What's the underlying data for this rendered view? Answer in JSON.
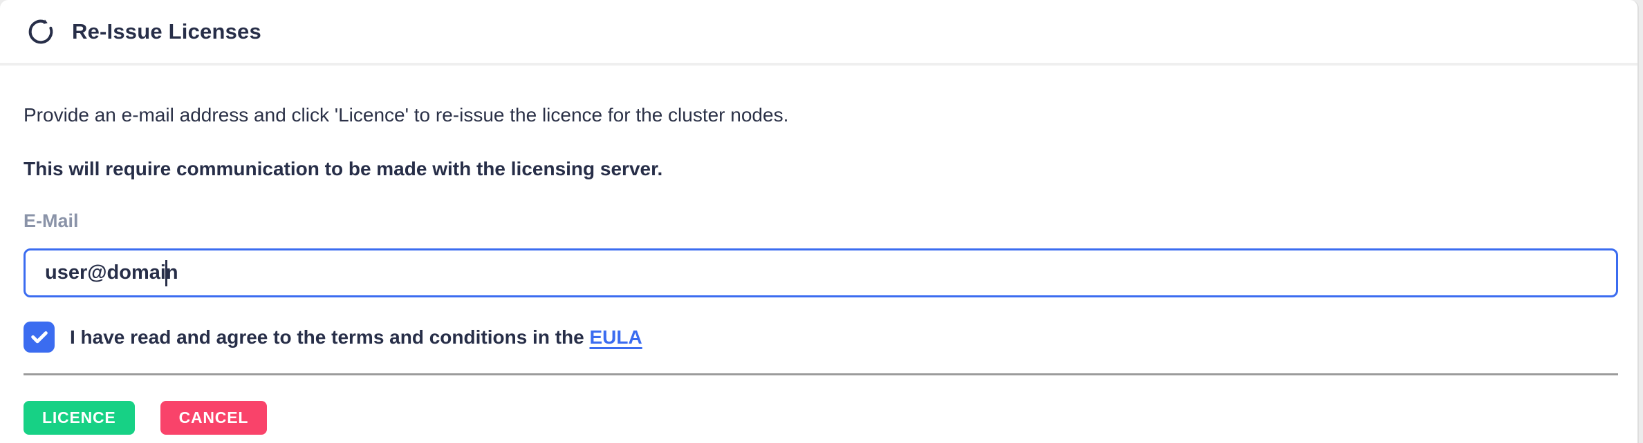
{
  "header": {
    "title": "Re-Issue Licenses",
    "icon": "refresh-icon"
  },
  "body": {
    "instruction": "Provide an e-mail address and click 'Licence' to re-issue the licence for the cluster nodes.",
    "warning": "This will require communication to be made with the licensing server.",
    "email": {
      "label": "E-Mail",
      "value": "user@domain"
    },
    "checkbox": {
      "checked": true,
      "label_before": "I have read and agree to the terms and conditions in the ",
      "link_label": "EULA"
    }
  },
  "actions": {
    "licence_label": "LICENCE",
    "cancel_label": "CANCEL"
  },
  "colors": {
    "accent_blue": "#3b6cf0",
    "button_green": "#17d185",
    "button_rose": "#f9436a",
    "text_dark": "#272e48",
    "label_muted": "#8a93a8",
    "divider_light": "#efefef",
    "divider_dark": "#9b9b9b"
  }
}
